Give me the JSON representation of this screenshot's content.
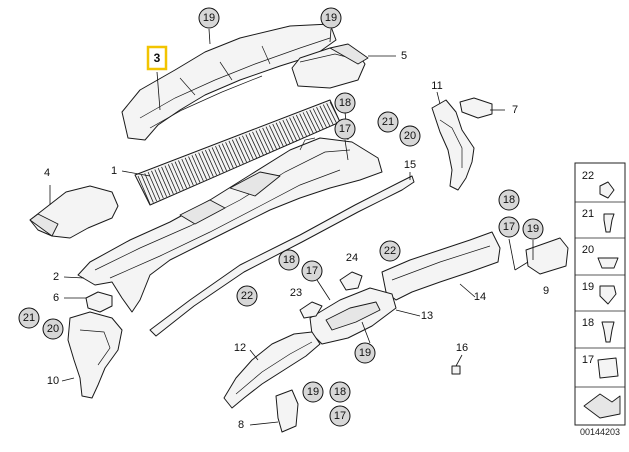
{
  "diagram": {
    "callouts": {
      "c19a": "19",
      "c19b": "19",
      "c18a": "18",
      "c17a": "17",
      "c21a": "21",
      "c20a": "20",
      "c18b": "18",
      "c17b": "17",
      "c19c": "19",
      "c22a": "22",
      "c18c": "18",
      "c17c": "17",
      "c24": "24",
      "c22b": "22",
      "c19d": "19",
      "c21b": "21",
      "c20b": "20",
      "c23": "23",
      "c19e": "19",
      "c18d": "18",
      "c17d": "17"
    },
    "parts": {
      "p3": "3",
      "p5": "5",
      "p11": "11",
      "p7": "7",
      "p1": "1",
      "p15": "15",
      "p4": "4",
      "p2": "2",
      "p14": "14",
      "p9": "9",
      "p6": "6",
      "p13": "13",
      "p10": "10",
      "p12": "12",
      "p16": "16",
      "p8": "8"
    },
    "legend": [
      "22",
      "21",
      "20",
      "19",
      "18",
      "17"
    ],
    "reference_number": "00144203"
  }
}
